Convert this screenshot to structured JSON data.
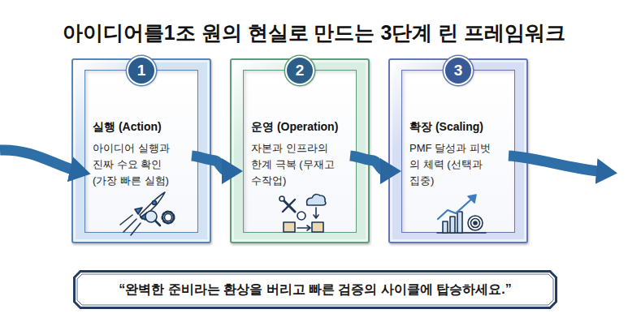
{
  "diagram": {
    "title": "아이디어를1조 원의 현실로 만드는 3단계 린 프레임워크",
    "nodes": [
      {
        "text": [
          "실행 (Action)",
          "아이디어 실행과 진짜 수요 확인 (가장 빠른 실험)"
        ]
      },
      {
        "text": [
          "1"
        ],
        "in": 0
      },
      {
        "text": [
          "운영 (Operation)",
          "자본과 인프라의 한계 극복 (무재고 수작업)"
        ]
      },
      {
        "text": [
          "2"
        ],
        "in": 2
      },
      {
        "text": [
          "확장 (Scaling)",
          "PMF 달성과 피벗의 체력 (선택과 집중)"
        ]
      },
      {
        "text": [
          "3"
        ],
        "in": 4
      },
      {
        "text": [
          "“완벽한 준비라는 환상을 버리고 빠른 검증의 사이클에 탑승하세요.”"
        ]
      }
    ],
    "edges": [
      {
        "from": 0,
        "to": 2,
        "arrow": "to"
      },
      {
        "from": 2,
        "to": 4,
        "arrow": "to"
      }
    ]
  }
}
